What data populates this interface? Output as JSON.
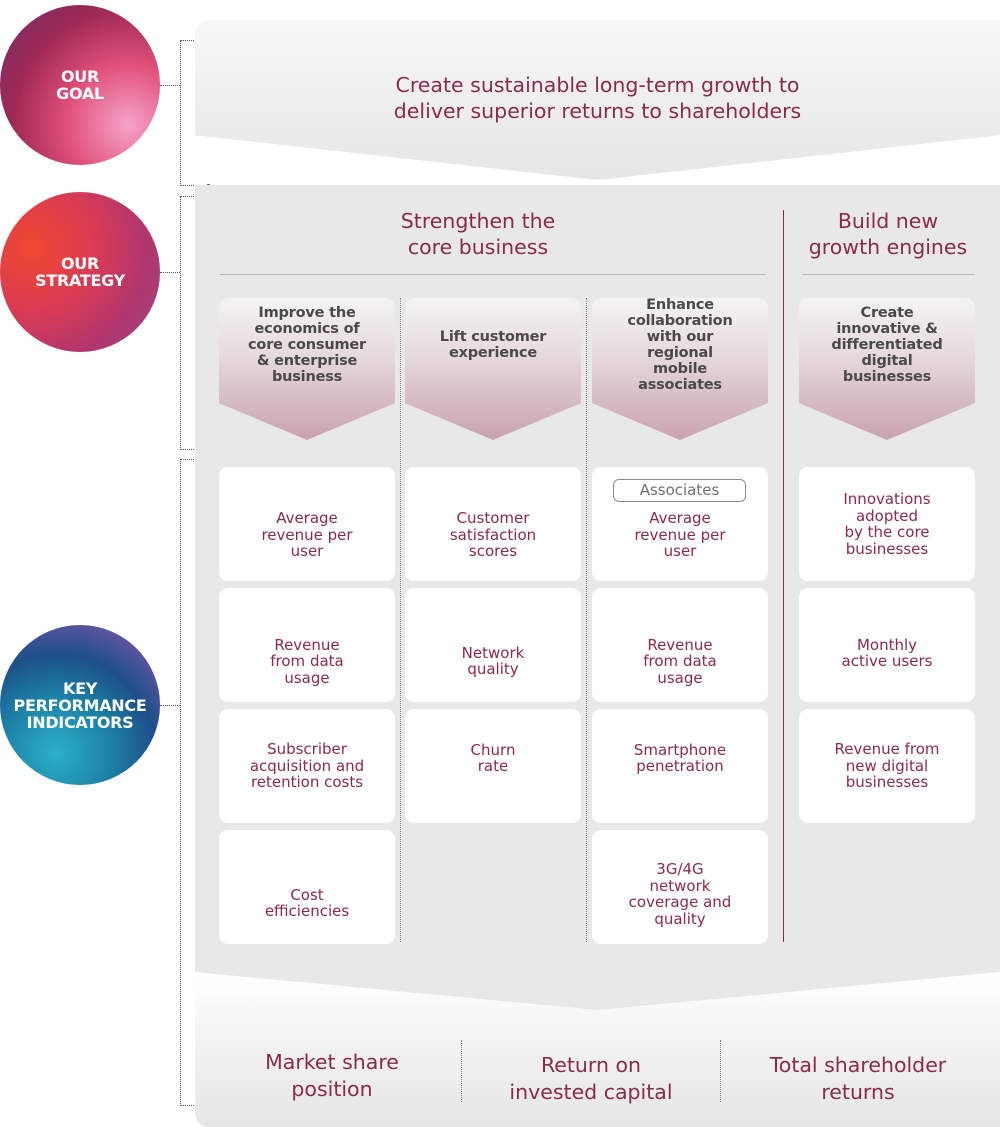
{
  "labels": {
    "goal": "OUR\nGOAL",
    "strategy": "OUR\nSTRATEGY",
    "kpi": "KEY\nPERFORMANCE\nINDICATORS"
  },
  "goal_text": "Create sustainable long-term growth to\ndeliver superior returns to shareholders",
  "strategy": {
    "core_title": "Strengthen the\ncore business",
    "growth_title": "Build new\ngrowth engines",
    "pillars": [
      "Improve the\neconomics of\ncore consumer\n& enterprise\nbusiness",
      "Lift customer\nexperience",
      "Enhance\ncollaboration\nwith our\nregional\nmobile\nassociates",
      "Create\ninnovative &\ndifferentiated\ndigital\nbusinesses"
    ]
  },
  "kpis": {
    "associates_badge": "Associates",
    "col1": [
      "Average\nrevenue per\nuser",
      "Revenue\nfrom data\nusage",
      "Subscriber\nacquisition and\nretention costs",
      "Cost\nefficiencies"
    ],
    "col2": [
      "Customer\nsatisfaction\nscores",
      "Network\nquality",
      "Churn\nrate"
    ],
    "col3": [
      "Average\nrevenue per\nuser",
      "Revenue\nfrom data\nusage",
      "Smartphone\npenetration",
      "3G/4G\nnetwork\ncoverage and\nquality"
    ],
    "col4": [
      "Innovations\nadopted\nby the core\nbusinesses",
      "Monthly\nactive users",
      "Revenue from\nnew digital\nbusinesses"
    ]
  },
  "outcomes": [
    "Market share\nposition",
    "Return on\ninvested capital",
    "Total shareholder\nreturns"
  ],
  "colors": {
    "accent": "#8c2a48",
    "panel": "#e8e8e8",
    "chevron_label": "#4a4a4a"
  }
}
